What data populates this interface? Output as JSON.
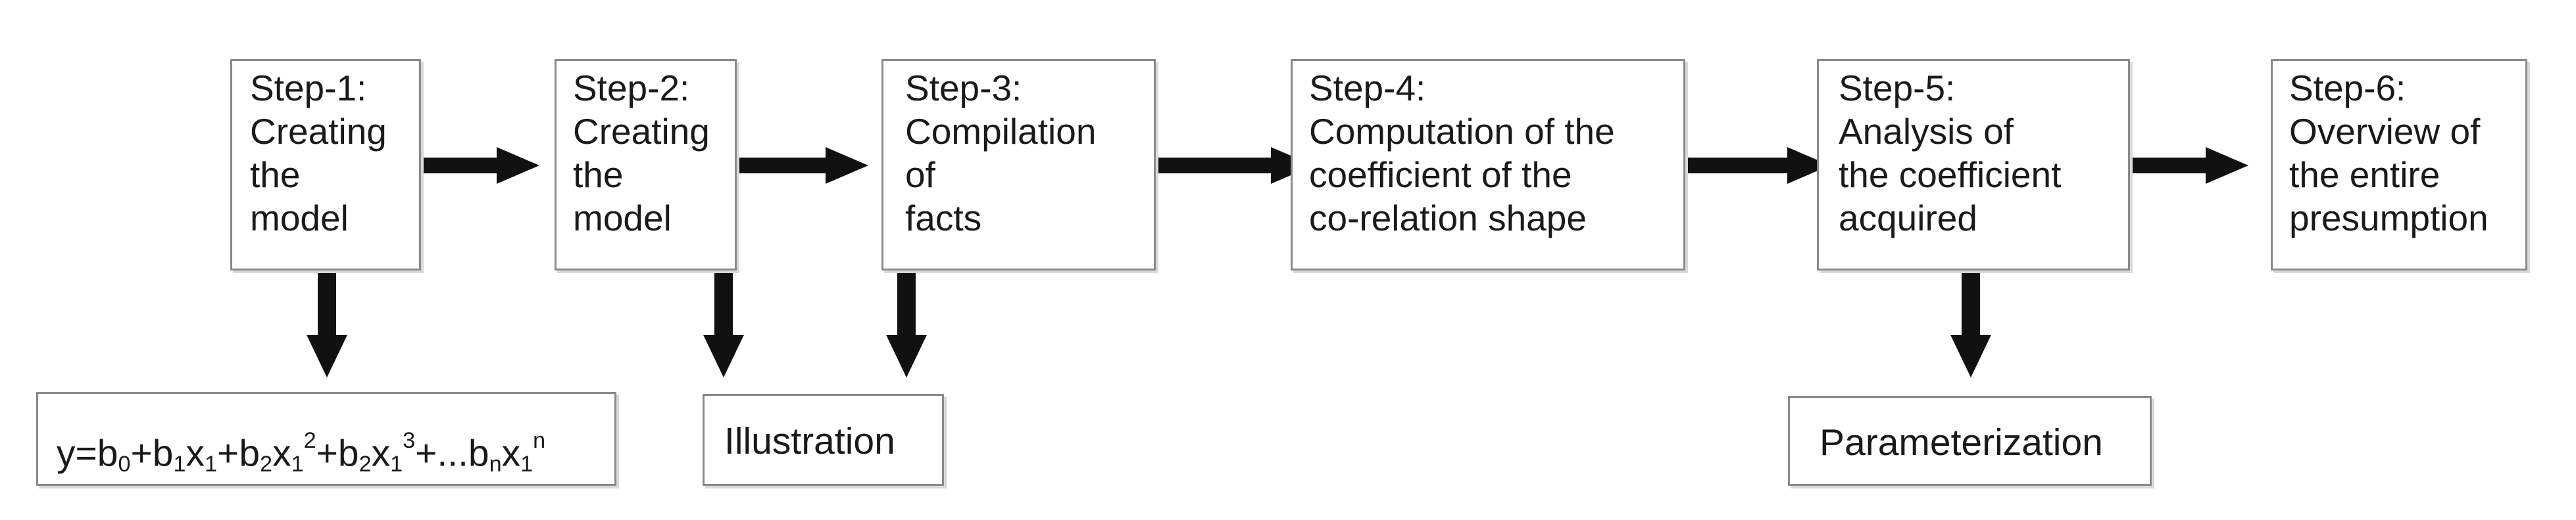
{
  "steps": [
    {
      "id": "step-1",
      "lines": [
        "Step-1:",
        "Creating",
        "the",
        "model"
      ]
    },
    {
      "id": "step-2",
      "lines": [
        "Step-2:",
        "Creating",
        "the",
        "model"
      ]
    },
    {
      "id": "step-3",
      "lines": [
        "Step-3:",
        "Compilation",
        "of",
        "facts"
      ]
    },
    {
      "id": "step-4",
      "lines": [
        "Step-4:",
        "Computation of the",
        "coefficient of the",
        "co-relation shape"
      ]
    },
    {
      "id": "step-5",
      "lines": [
        "Step-5:",
        "Analysis of",
        "the coefficient",
        "acquired"
      ]
    },
    {
      "id": "step-6",
      "lines": [
        "Step-6:",
        "Overview of",
        "the entire",
        "presumption"
      ]
    }
  ],
  "outputs": {
    "equation": {
      "parts": [
        {
          "t": "y=b"
        },
        {
          "sub": "0"
        },
        {
          "t": "+b"
        },
        {
          "sub": "1"
        },
        {
          "t": "x"
        },
        {
          "sub": "1"
        },
        {
          "t": "+b"
        },
        {
          "sub": "2"
        },
        {
          "t": "x"
        },
        {
          "sub": "1"
        },
        {
          "sup": "2"
        },
        {
          "t": "+b"
        },
        {
          "sub": "2"
        },
        {
          "t": "x"
        },
        {
          "sub": "1"
        },
        {
          "sup": "3"
        },
        {
          "t": "+...b"
        },
        {
          "sub": "n"
        },
        {
          "t": "x"
        },
        {
          "sub": "1"
        },
        {
          "sup": "n"
        }
      ]
    },
    "illustration": "Illustration",
    "parameterization": "Parameterization"
  },
  "colors": {
    "border": "#8a8a8a",
    "shadow": "#d9d9d9",
    "arrow": "#111111",
    "text": "#1a1a1a"
  }
}
